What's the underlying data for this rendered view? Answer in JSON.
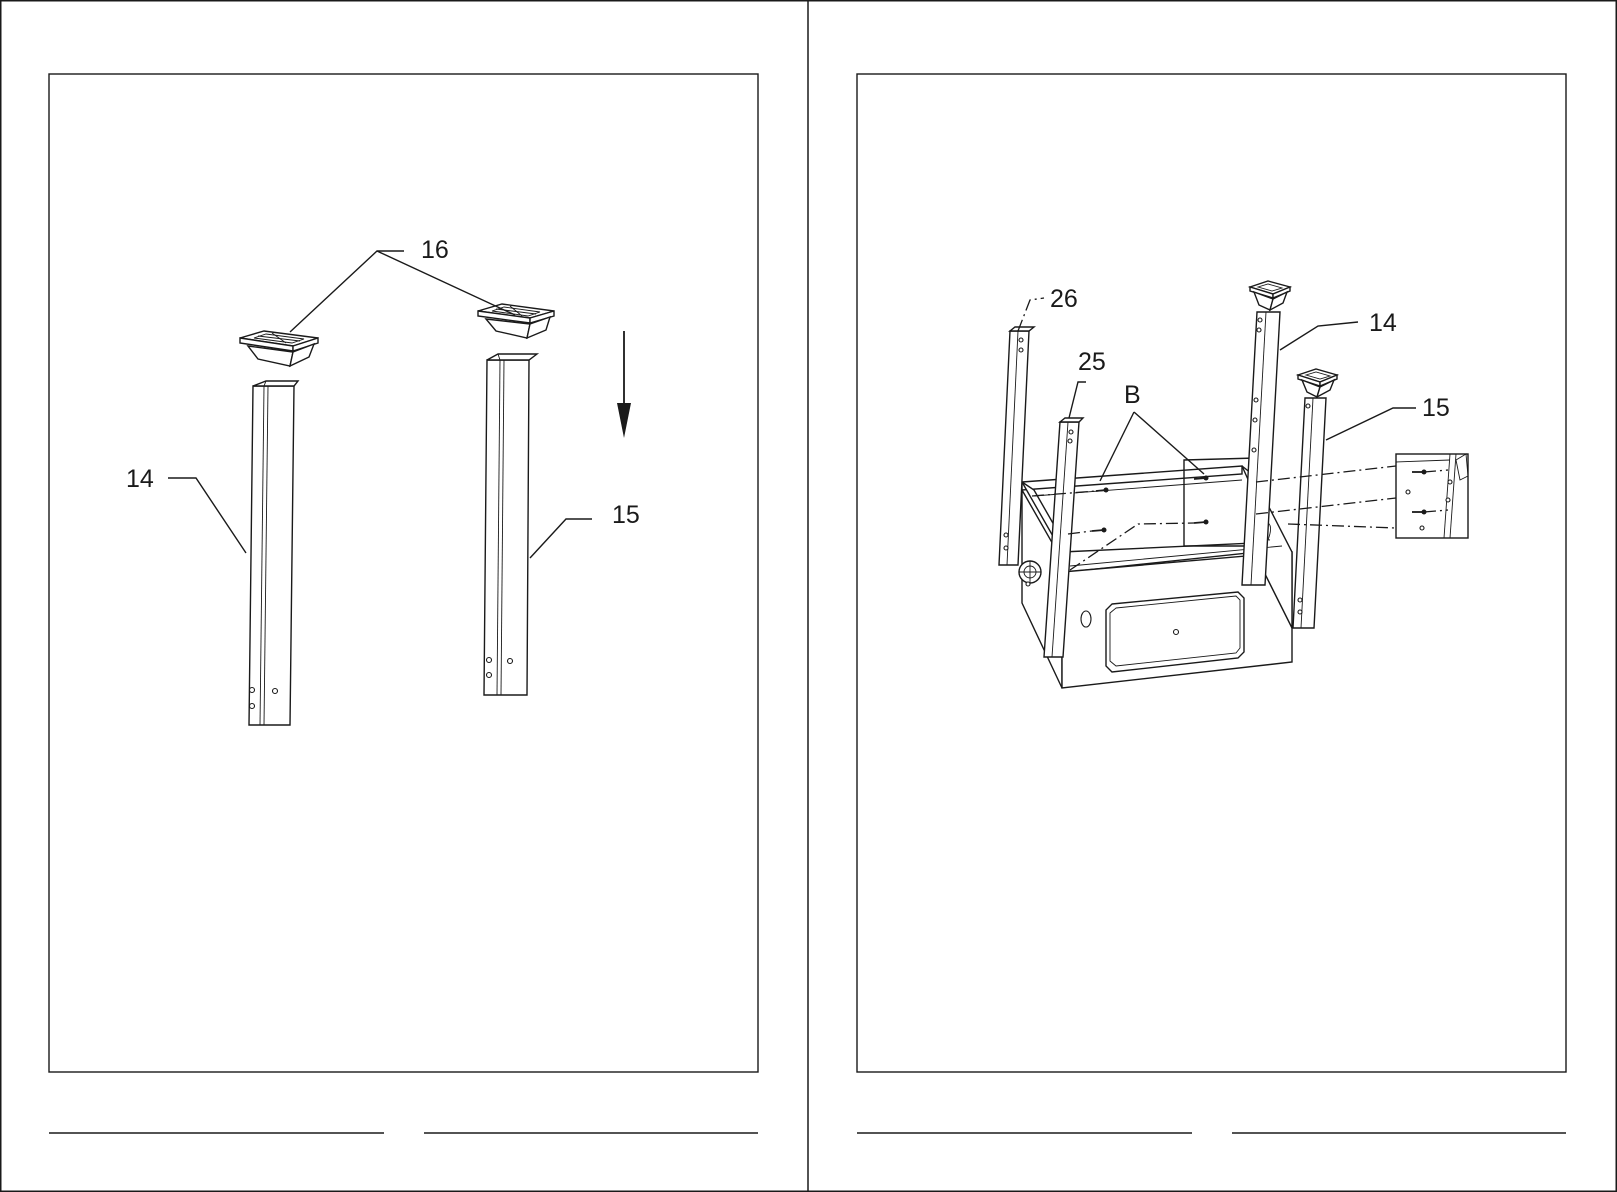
{
  "left_panel": {
    "callouts": {
      "cap_16": "16",
      "leg_14": "14",
      "leg_15": "15"
    },
    "arrow": "down-arrow-icon"
  },
  "right_panel": {
    "callouts": {
      "leg_26": "26",
      "leg_25": "25",
      "bolt_B": "B",
      "leg_14": "14",
      "leg_15": "15"
    }
  }
}
